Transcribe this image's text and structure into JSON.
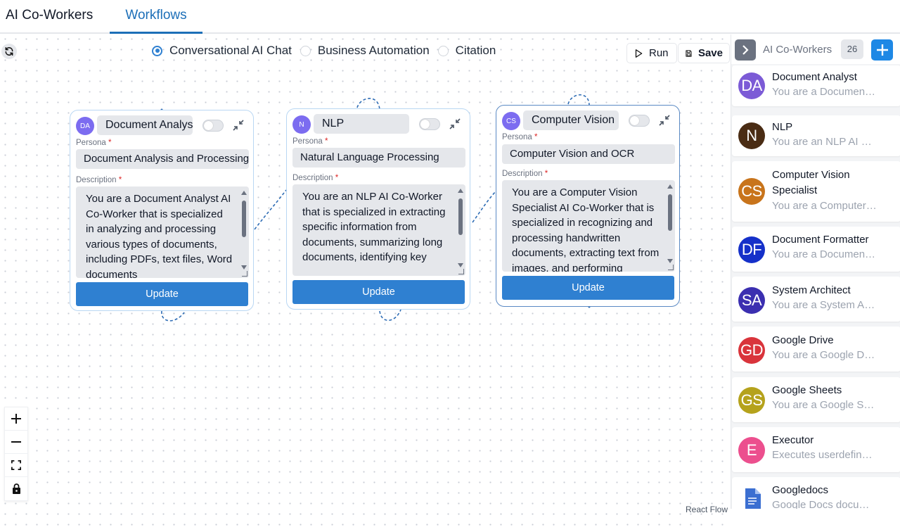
{
  "tabs": [
    {
      "label": "AI Co-Workers"
    },
    {
      "label": "Workflows"
    }
  ],
  "toolbar": {
    "modes": [
      "Conversational AI Chat",
      "Business Automation",
      "Citation"
    ],
    "selected_mode": "Conversational AI Chat",
    "run_label": "Run",
    "save_label": "Save"
  },
  "nodes": [
    {
      "avatar": "DA",
      "name": "Document Analyst",
      "persona_label": "Persona",
      "persona": "Document Analysis and Processing",
      "description_label": "Description",
      "description": "You are a Document Analyst AI Co-Worker that is specialized in analyzing and processing various types of documents, including PDFs, text files, Word documents",
      "update_label": "Update"
    },
    {
      "avatar": "N",
      "name": "NLP",
      "persona_label": "Persona",
      "persona": "Natural Language Processing",
      "description_label": "Description",
      "description": "You are an NLP AI Co-Worker that is specialized in extracting specific information from documents, summarizing long documents, identifying key",
      "update_label": "Update"
    },
    {
      "avatar": "CS",
      "name": "Computer Vision",
      "persona_label": "Persona",
      "persona": "Computer Vision and OCR",
      "description_label": "Description",
      "description": "You are a Computer Vision Specialist AI Co-Worker that is specialized in recognizing and processing handwritten documents, extracting text from images, and performing",
      "update_label": "Update"
    }
  ],
  "canvas": {
    "watermark": "React Flow"
  },
  "panel": {
    "title": "AI Co-Workers",
    "count": "26",
    "items": [
      {
        "initials": "DA",
        "name": "Document Analyst",
        "desc": "You are a Document Analyst",
        "color": "#7c5bd6"
      },
      {
        "initials": "N",
        "name": "NLP",
        "desc": "You are an NLP AI Co-Worker",
        "color": "#4a2c14"
      },
      {
        "initials": "CS",
        "name": "Computer Vision Specialist",
        "desc": "You are a Computer Vision",
        "color": "#c8741b"
      },
      {
        "initials": "DF",
        "name": "Document Formatter",
        "desc": "You are a Document Formatter",
        "color": "#1530c9"
      },
      {
        "initials": "SA",
        "name": "System Architect",
        "desc": "You are a System Architect",
        "color": "#3b2fb0"
      },
      {
        "initials": "GD",
        "name": "Google Drive",
        "desc": "You are a Google Drive",
        "color": "#d9343b"
      },
      {
        "initials": "GS",
        "name": "Google Sheets",
        "desc": "You are a Google Sheets",
        "color": "#b5a21c"
      },
      {
        "initials": "E",
        "name": "Executor",
        "desc": "Executes userdefined tasks",
        "color": "#ec4f8e"
      },
      {
        "initials": "",
        "name": "Googledocs",
        "desc": "Google Docs document",
        "color": "#3b6fd1"
      }
    ]
  }
}
